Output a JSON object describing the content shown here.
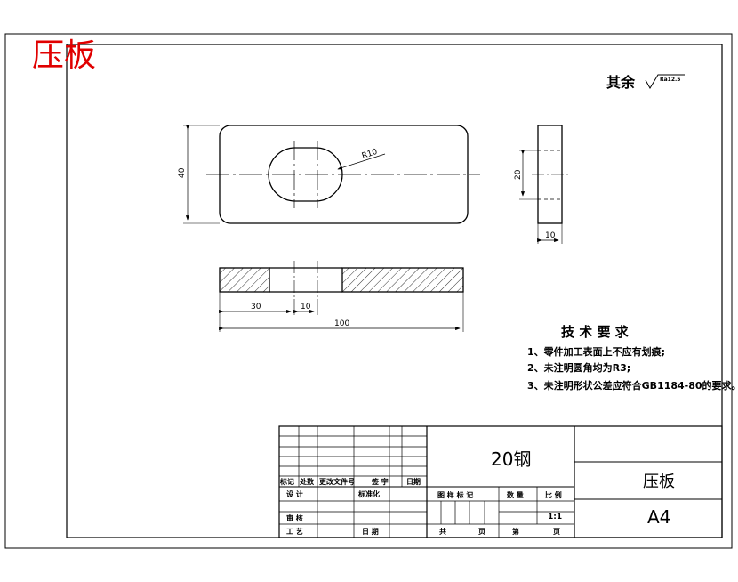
{
  "drawing": {
    "red_title": "压板",
    "roughness_prefix": "其余",
    "roughness_value": "Ra12.5"
  },
  "dimensions": {
    "radius": "R10",
    "height_40": "40",
    "thickness_10": "10",
    "slot_20": "20",
    "offset_30": "30",
    "slot_width_10": "10",
    "length_100": "100"
  },
  "tech": {
    "title": "技 术 要 求",
    "items": [
      "1、零件加工表面上不应有划痕;",
      "2、未注明圆角均为R3;",
      "3、未注明形状公差应符合GB1184-80的要求。"
    ]
  },
  "title_block": {
    "material": "20钢",
    "part_name": "压板",
    "sheet_size": "A4",
    "scale": "1:1",
    "labels": {
      "mark": "标记",
      "count": "处数",
      "change_doc": "更改文件号",
      "signature": "签 字",
      "date": "日期",
      "design": "设 计",
      "standardize": "标准化",
      "review": "审 核",
      "process": "工 艺",
      "date2": "日 期",
      "drawing_mark": "图 样 标 记",
      "quantity": "数 量",
      "scale_label": "比 例",
      "total": "共",
      "page": "页",
      "sheet_no": "第",
      "page2": "页"
    }
  },
  "colors": {
    "ink": "#000000",
    "title_red": "#e00000",
    "background": "#ffffff"
  }
}
